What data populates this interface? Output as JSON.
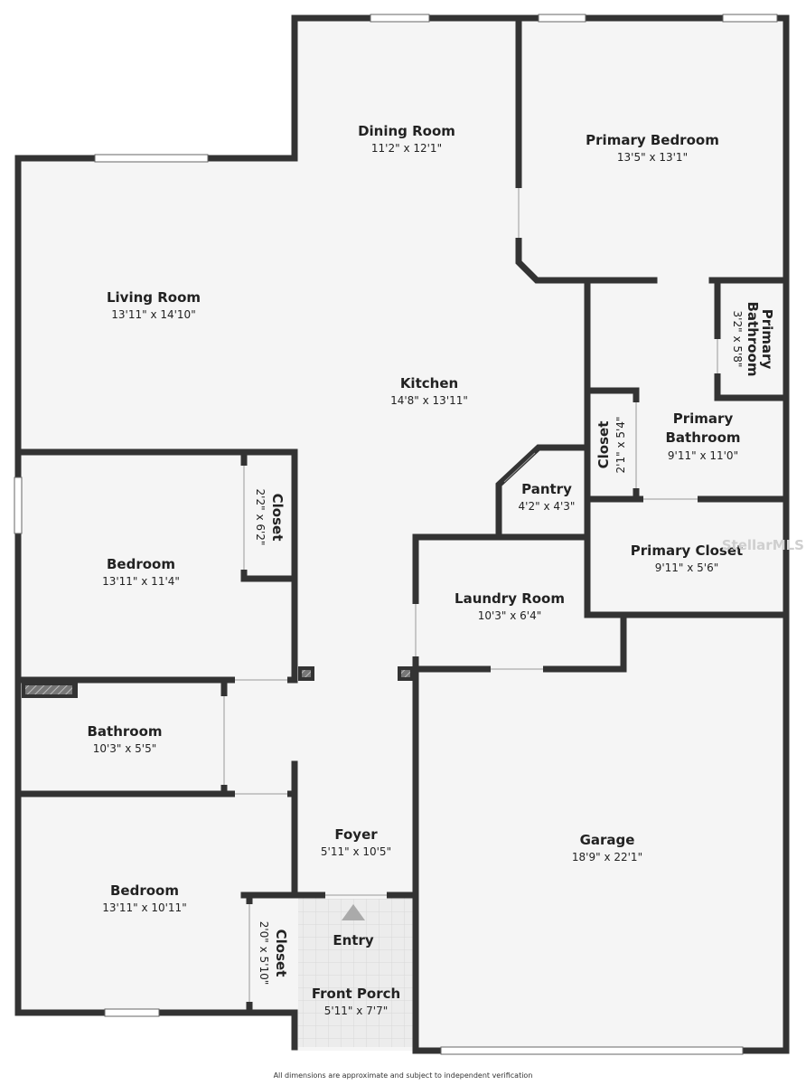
{
  "rooms": {
    "dining_room": {
      "name": "Dining Room",
      "dim": "11'2\" x 12'1\""
    },
    "primary_bedroom": {
      "name": "Primary Bedroom",
      "dim": "13'5\" x 13'1\""
    },
    "living_room": {
      "name": "Living Room",
      "dim": "13'11\" x 14'10\""
    },
    "primary_bathroom_small": {
      "name1": "Primary",
      "name2": "Bathroom",
      "dim": "3'2\" x 5'8\""
    },
    "kitchen": {
      "name": "Kitchen",
      "dim": "14'8\" x 13'11\""
    },
    "primary_bathroom": {
      "name1": "Primary",
      "name2": "Bathroom",
      "dim": "9'11\" x 11'0\""
    },
    "closet_primary_bath": {
      "name": "Closet",
      "dim": "2'1\" x 5'4\""
    },
    "pantry": {
      "name": "Pantry",
      "dim": "4'2\" x 4'3\""
    },
    "closet_bedroom1": {
      "name": "Closet",
      "dim": "2'2\" x 6'2\""
    },
    "bedroom1": {
      "name": "Bedroom",
      "dim": "13'11\" x 11'4\""
    },
    "primary_closet": {
      "name": "Primary Closet",
      "dim": "9'11\" x 5'6\""
    },
    "laundry_room": {
      "name": "Laundry Room",
      "dim": "10'3\" x 6'4\""
    },
    "bathroom": {
      "name": "Bathroom",
      "dim": "10'3\" x 5'5\""
    },
    "foyer": {
      "name": "Foyer",
      "dim": "5'11\" x 10'5\""
    },
    "garage": {
      "name": "Garage",
      "dim": "18'9\" x 22'1\""
    },
    "bedroom2": {
      "name": "Bedroom",
      "dim": "13'11\" x 10'11\""
    },
    "closet_bedroom2": {
      "name": "Closet",
      "dim": "2'0\" x 5'10\""
    },
    "entry": {
      "name": "Entry"
    },
    "front_porch": {
      "name": "Front Porch",
      "dim": "5'11\" x 7'7\""
    }
  },
  "watermark": "StellarMLS",
  "disclaimer": "All dimensions are approximate and subject to independent verification",
  "colors": {
    "wall": "#333333",
    "floor": "#f5f5f5",
    "porch": "#e6e6e6",
    "window": "#ffffff"
  }
}
